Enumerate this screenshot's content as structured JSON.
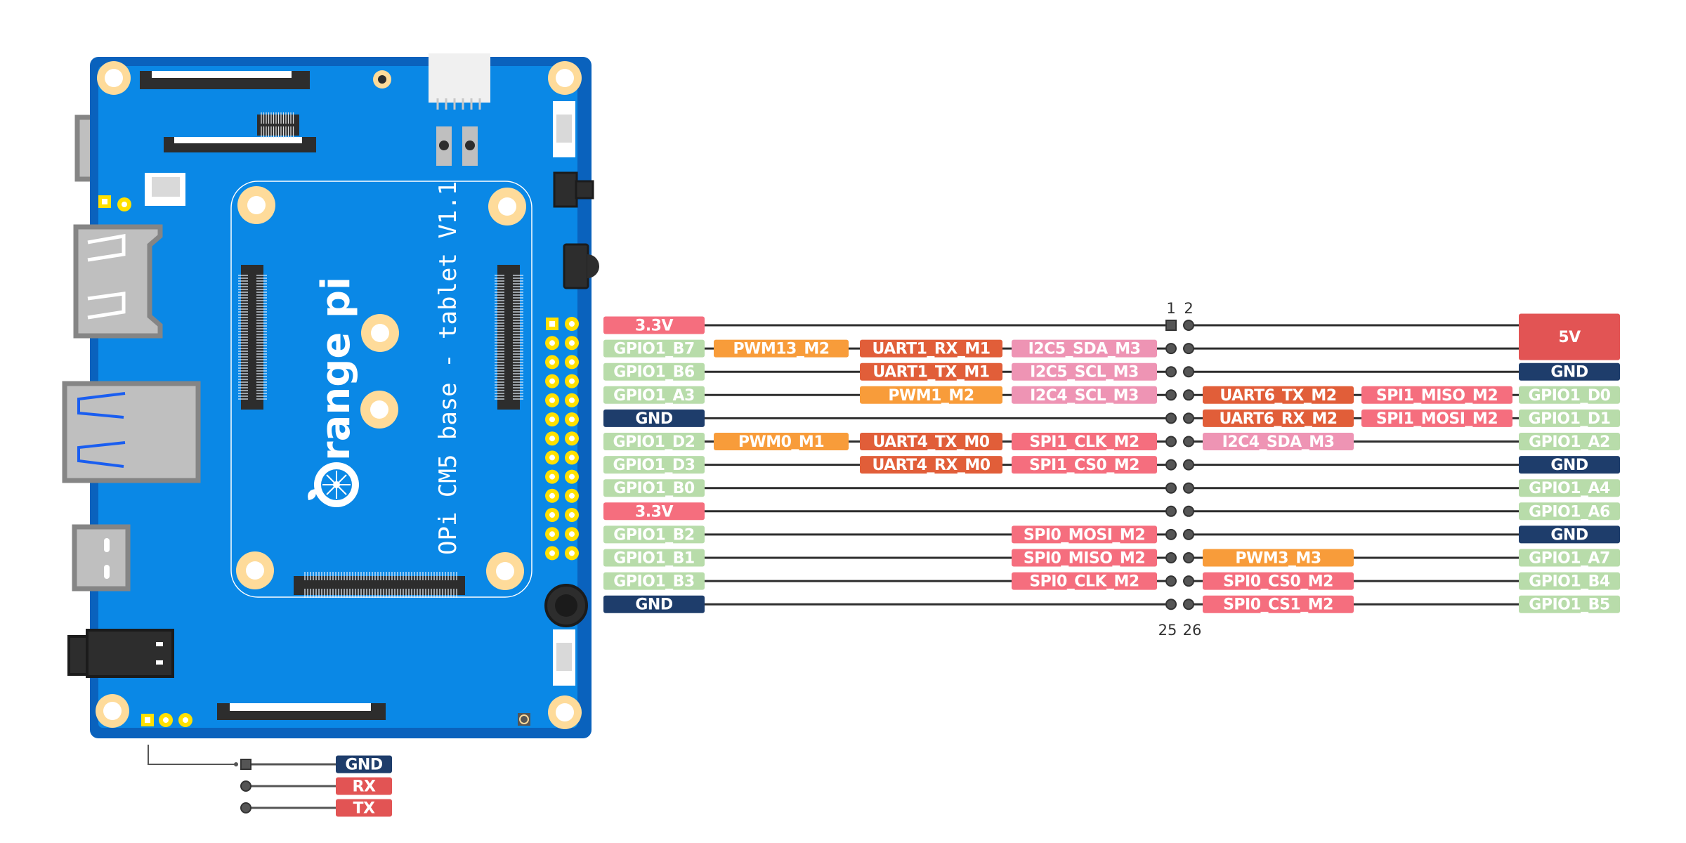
{
  "board": {
    "title": "OPi CM5 base - tablet  V1.1",
    "logo": "range pi",
    "logo_icon": "orange-logo-icon"
  },
  "colors": {
    "board_blue": "#0a88e6",
    "board_edge": "#0a62bd",
    "gpio": "#b8dcaa",
    "gnd": "#1e3d6b",
    "v33": "#f56e7e",
    "v5": "#e25454",
    "pwm": "#f89c3a",
    "uart": "#e15e39",
    "i2c": "#ee94b4",
    "spi": "#f56e7e",
    "pin": "#555555",
    "pad_gold": "#fedb9a",
    "header_yellow": "#ffe000"
  },
  "header": {
    "top_pin_labels": [
      "1",
      "2"
    ],
    "bottom_pin_labels": [
      "25",
      "26"
    ]
  },
  "left_rows": [
    {
      "pin": 1,
      "name": {
        "text": "3.3V",
        "type": "v33"
      },
      "funcs": []
    },
    {
      "pin": 3,
      "name": {
        "text": "GPIO1_B7",
        "type": "gpio"
      },
      "funcs": [
        {
          "col": 0,
          "text": "PWM13_M2",
          "type": "pwm"
        },
        {
          "col": 1,
          "text": "UART1_RX_M1",
          "type": "uart"
        },
        {
          "col": 2,
          "text": "I2C5_SDA_M3",
          "type": "i2c"
        }
      ]
    },
    {
      "pin": 5,
      "name": {
        "text": "GPIO1_B6",
        "type": "gpio"
      },
      "funcs": [
        {
          "col": 1,
          "text": "UART1_TX_M1",
          "type": "uart"
        },
        {
          "col": 2,
          "text": "I2C5_SCL_M3",
          "type": "i2c"
        }
      ]
    },
    {
      "pin": 7,
      "name": {
        "text": "GPIO1_A3",
        "type": "gpio"
      },
      "funcs": [
        {
          "col": 1,
          "text": "PWM1_M2",
          "type": "pwm"
        },
        {
          "col": 2,
          "text": "I2C4_SCL_M3",
          "type": "i2c"
        }
      ]
    },
    {
      "pin": 9,
      "name": {
        "text": "GND",
        "type": "gnd"
      },
      "funcs": []
    },
    {
      "pin": 11,
      "name": {
        "text": "GPIO1_D2",
        "type": "gpio"
      },
      "funcs": [
        {
          "col": 0,
          "text": "PWM0_M1",
          "type": "pwm"
        },
        {
          "col": 1,
          "text": "UART4_TX_M0",
          "type": "uart"
        },
        {
          "col": 2,
          "text": "SPI1_CLK_M2",
          "type": "spi"
        }
      ]
    },
    {
      "pin": 13,
      "name": {
        "text": "GPIO1_D3",
        "type": "gpio"
      },
      "funcs": [
        {
          "col": 1,
          "text": "UART4_RX_M0",
          "type": "uart"
        },
        {
          "col": 2,
          "text": "SPI1_CS0_M2",
          "type": "spi"
        }
      ]
    },
    {
      "pin": 15,
      "name": {
        "text": "GPIO1_B0",
        "type": "gpio"
      },
      "funcs": []
    },
    {
      "pin": 17,
      "name": {
        "text": "3.3V",
        "type": "v33"
      },
      "funcs": []
    },
    {
      "pin": 19,
      "name": {
        "text": "GPIO1_B2",
        "type": "gpio"
      },
      "funcs": [
        {
          "col": 2,
          "text": "SPI0_MOSI_M2",
          "type": "spi"
        }
      ]
    },
    {
      "pin": 21,
      "name": {
        "text": "GPIO1_B1",
        "type": "gpio"
      },
      "funcs": [
        {
          "col": 2,
          "text": "SPI0_MISO_M2",
          "type": "spi"
        }
      ]
    },
    {
      "pin": 23,
      "name": {
        "text": "GPIO1_B3",
        "type": "gpio"
      },
      "funcs": [
        {
          "col": 2,
          "text": "SPI0_CLK_M2",
          "type": "spi"
        }
      ]
    },
    {
      "pin": 25,
      "name": {
        "text": "GND",
        "type": "gnd"
      },
      "funcs": []
    }
  ],
  "right_rows": [
    {
      "pin": 2,
      "name": {
        "text": "5V",
        "type": "v5",
        "span": 2
      },
      "funcs": []
    },
    {
      "pin": 4,
      "name": null,
      "funcs": []
    },
    {
      "pin": 6,
      "name": {
        "text": "GND",
        "type": "gnd"
      },
      "funcs": []
    },
    {
      "pin": 8,
      "name": {
        "text": "GPIO1_D0",
        "type": "gpio"
      },
      "funcs": [
        {
          "col": 0,
          "text": "UART6_TX_M2",
          "type": "uart"
        },
        {
          "col": 1,
          "text": "SPI1_MISO_M2",
          "type": "spi"
        }
      ]
    },
    {
      "pin": 10,
      "name": {
        "text": "GPIO1_D1",
        "type": "gpio"
      },
      "funcs": [
        {
          "col": 0,
          "text": "UART6_RX_M2",
          "type": "uart"
        },
        {
          "col": 1,
          "text": "SPI1_MOSI_M2",
          "type": "spi"
        }
      ]
    },
    {
      "pin": 12,
      "name": {
        "text": "GPIO1_A2",
        "type": "gpio"
      },
      "funcs": [
        {
          "col": 0,
          "text": "I2C4_SDA_M3",
          "type": "i2c"
        }
      ]
    },
    {
      "pin": 14,
      "name": {
        "text": "GND",
        "type": "gnd"
      },
      "funcs": []
    },
    {
      "pin": 16,
      "name": {
        "text": "GPIO1_A4",
        "type": "gpio"
      },
      "funcs": []
    },
    {
      "pin": 18,
      "name": {
        "text": "GPIO1_A6",
        "type": "gpio"
      },
      "funcs": []
    },
    {
      "pin": 20,
      "name": {
        "text": "GND",
        "type": "gnd"
      },
      "funcs": []
    },
    {
      "pin": 22,
      "name": {
        "text": "GPIO1_A7",
        "type": "gpio"
      },
      "funcs": [
        {
          "col": 0,
          "text": "PWM3_M3",
          "type": "pwm"
        }
      ]
    },
    {
      "pin": 24,
      "name": {
        "text": "GPIO1_B4",
        "type": "gpio"
      },
      "funcs": [
        {
          "col": 0,
          "text": "SPI0_CS0_M2",
          "type": "spi"
        }
      ]
    },
    {
      "pin": 26,
      "name": {
        "text": "GPIO1_B5",
        "type": "gpio"
      },
      "funcs": [
        {
          "col": 0,
          "text": "SPI0_CS1_M2",
          "type": "spi"
        }
      ]
    }
  ],
  "debug_uart": [
    {
      "text": "GND",
      "type": "gnd",
      "square": true
    },
    {
      "text": "RX",
      "type": "v5",
      "square": false
    },
    {
      "text": "TX",
      "type": "v5",
      "square": false
    }
  ]
}
